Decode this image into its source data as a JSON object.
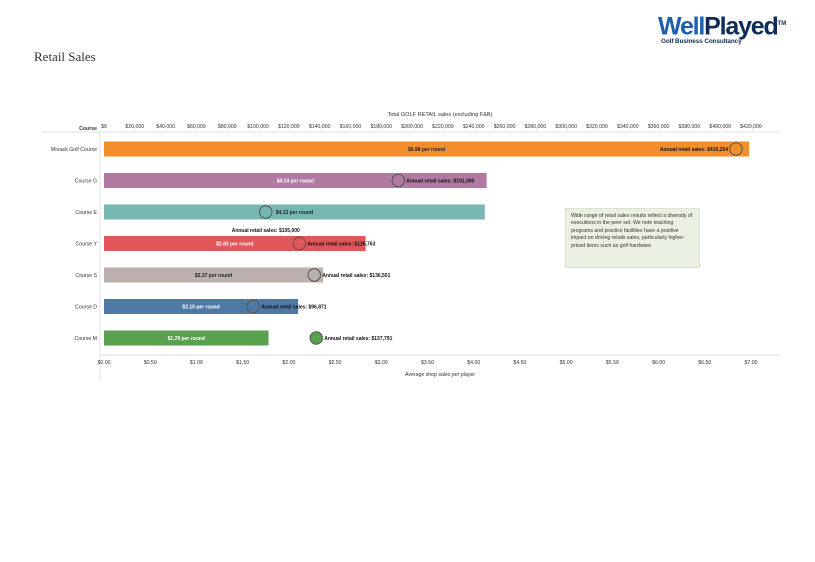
{
  "page_title": "Retail Sales",
  "logo": {
    "brand_part1": "Well",
    "brand_part2": "Played",
    "trademark": "TM",
    "tagline": "Golf Business Consultancy"
  },
  "note_text": "Wide range of retail sales results reflect a diversity of executions in the peer set. We note teaching programs and practice facilities have a positive impact on driving retails sales, particularly higher-priced items such as golf hardware",
  "colors": {
    "Morack Golf Course": "#f28e2b",
    "Course G": "#b07aa1",
    "Course E": "#76b7b2",
    "Course Y": "#e15759",
    "Course S": "#bab0ac",
    "Course D": "#4e79a7",
    "Course M": "#59a14f"
  },
  "chart_data": {
    "type": "bar",
    "orientation": "horizontal",
    "title": "Total GOLF RETAIL sales (excluding F&B)",
    "category_header": "Course",
    "xlabel": "Average shop sales per player",
    "categories": [
      "Morack Golf Course",
      "Course G",
      "Course E",
      "Course Y",
      "Course S",
      "Course D",
      "Course M"
    ],
    "series": [
      {
        "values": [
          6.98,
          4.14,
          4.12,
          2.83,
          2.37,
          2.1,
          1.78
        ],
        "labels": [
          "$6.98 per round",
          "$4.14 per round",
          "$4.12 per round",
          "$2.83 per round",
          "$2.37 per round",
          "$2.10 per round",
          "$1.78 per round"
        ]
      },
      {
        "values": [
          410254,
          191000,
          105000,
          126763,
          136501,
          96871,
          137791
        ],
        "labels": [
          "Annual retail sales: $410,254",
          "Annual retail sales: $191,000",
          "Annual retail sales: $105,000",
          "Annual retail sales: $126,763",
          "Annual retail sales: $136,501",
          "Annual retail sales: $96,871",
          "Annual retail sales: $137,791"
        ]
      }
    ],
    "x_bottom_range": [
      0,
      7
    ],
    "x_bottom_ticks": [
      "$0.00",
      "$0.50",
      "$1.00",
      "$1.50",
      "$2.00",
      "$2.50",
      "$3.00",
      "$3.50",
      "$4.00",
      "$4.50",
      "$5.00",
      "$5.50",
      "$6.00",
      "$6.50",
      "$7.00"
    ],
    "x_top_range": [
      0,
      420000
    ],
    "x_top_ticks": [
      "$0",
      "$20,000",
      "$40,000",
      "$60,000",
      "$80,000",
      "$100,000",
      "$120,000",
      "$140,000",
      "$160,000",
      "$180,000",
      "$200,000",
      "$220,000",
      "$240,000",
      "$260,000",
      "$280,000",
      "$300,000",
      "$320,000",
      "$340,000",
      "$360,000",
      "$380,000",
      "$400,000",
      "$420,000"
    ],
    "grid": false
  }
}
